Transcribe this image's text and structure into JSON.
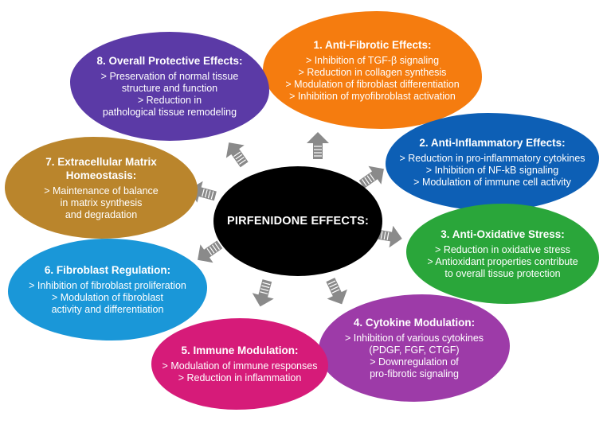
{
  "center": {
    "label": "PIRFENIDONE EFFECTS:"
  },
  "boxes": [
    {
      "title": "1. Anti-Fibrotic Effects:",
      "color": "#f57c0f",
      "lines": [
        "> Inhibition of TGF-β signaling",
        "> Reduction in collagen synthesis",
        "> Modulation of fibroblast differentiation",
        "> Inhibition of myofibroblast activation"
      ]
    },
    {
      "title": "2. Anti-Inflammatory Effects:",
      "color": "#0d5fb5",
      "lines": [
        "> Reduction in pro-inflammatory cytokines",
        "> Inhibition of NF-kB signaling",
        "> Modulation of immune cell activity"
      ]
    },
    {
      "title": "3. Anti-Oxidative Stress:",
      "color": "#2aa63a",
      "lines": [
        "> Reduction in oxidative stress",
        "> Antioxidant properties contribute",
        "to overall tissue protection"
      ]
    },
    {
      "title": "4. Cytokine Modulation:",
      "color": "#9d3ba8",
      "lines": [
        "> Inhibition of various cytokines",
        "(PDGF, FGF, CTGF)",
        "> Downregulation of",
        "pro-fibrotic signaling"
      ]
    },
    {
      "title": "5. Immune Modulation:",
      "color": "#d61b79",
      "lines": [
        "> Modulation of immune responses",
        "> Reduction in inflammation"
      ]
    },
    {
      "title": "6. Fibroblast Regulation:",
      "color": "#1a97d8",
      "lines": [
        "> Inhibition of fibroblast proliferation",
        "> Modulation of fibroblast",
        "activity and differentiation"
      ]
    },
    {
      "title": "7. Extracellular Matrix Homeostasis:",
      "color": "#ba852c",
      "lines": [
        "> Maintenance of balance",
        "in matrix synthesis",
        "and degradation"
      ]
    },
    {
      "title": "8. Overall Protective Effects:",
      "color": "#5b3aa6",
      "lines": [
        "> Preservation of normal tissue",
        "structure and function",
        "> Reduction in",
        "pathological tissue remodeling"
      ]
    }
  ]
}
